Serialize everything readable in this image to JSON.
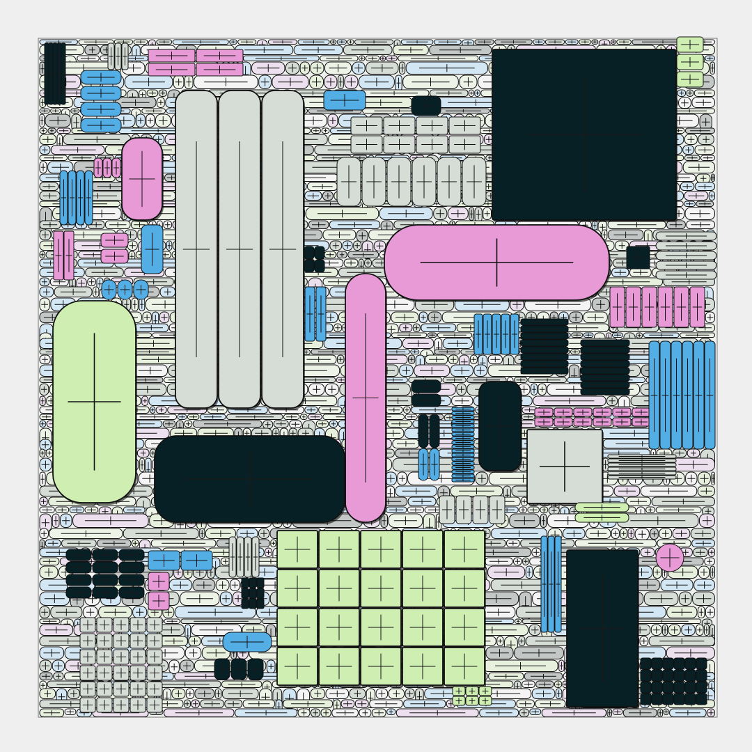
{
  "palette": {
    "background": "#efefef",
    "frame_fill": "#eef1ee",
    "cap_colors": [
      "#d5ddd6",
      "#eef3e8",
      "#ede0ee",
      "#d2e6f3",
      "#e7f0dc",
      "#c3c7c5",
      "#f4f4f4"
    ],
    "large_cap_colors": [
      "#072026",
      "#e89ad6",
      "#cfeeb2",
      "#54aee6",
      "#d5ddd6"
    ],
    "outline": "#111111"
  },
  "components": [
    {
      "kind": "tall-cap",
      "color": "#d5ddd6"
    },
    {
      "kind": "large-dark-block",
      "color": "#072026"
    },
    {
      "kind": "pink-capsule",
      "color": "#e89ad6"
    },
    {
      "kind": "green-grid",
      "color": "#cfeeb2"
    },
    {
      "kind": "blue-stack",
      "color": "#54aee6"
    }
  ]
}
